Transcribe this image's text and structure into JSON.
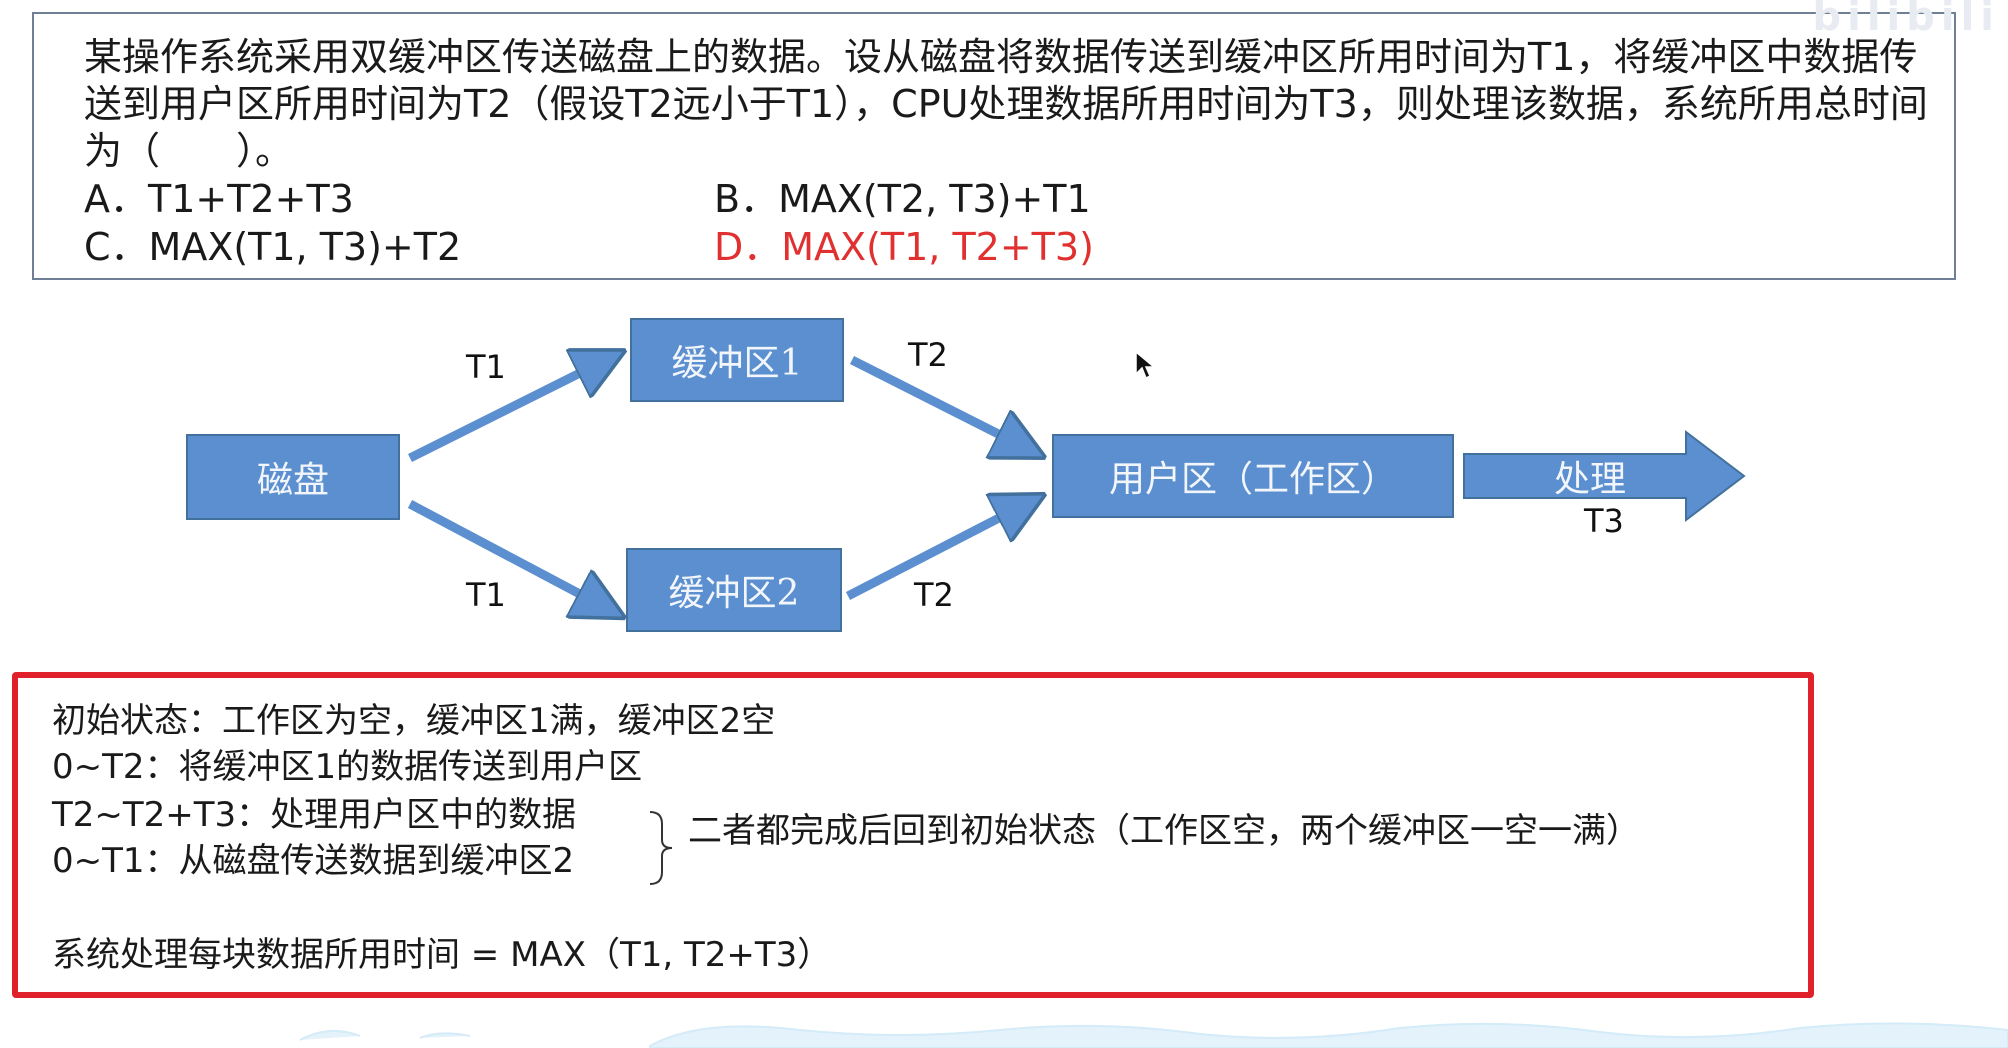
{
  "question": {
    "stem": "某操作系统采用双缓冲区传送磁盘上的数据。设从磁盘将数据传送到缓冲区所用时间为T1，将缓冲区中数据传送到用户区所用时间为T2（假设T2远小于T1），CPU处理数据所用时间为T3，则处理该数据，系统所用总时间为（　　）。",
    "options": [
      {
        "label": "A．T1+T2+T3"
      },
      {
        "label": "B．MAX(T2, T3)+T1"
      },
      {
        "label": "C．MAX(T1, T3)+T2"
      },
      {
        "label": "D．MAX(T1, T2+T3)"
      }
    ],
    "correct_color": "#e03030"
  },
  "diagram": {
    "nodes": {
      "disk": "磁盘",
      "buffer1": "缓冲区1",
      "buffer2": "缓冲区2",
      "user_area": "用户区（工作区）",
      "process": "处理"
    },
    "edge_labels": {
      "disk_to_buf1": "T1",
      "disk_to_buf2": "T1",
      "buf1_to_user": "T2",
      "buf2_to_user": "T2",
      "process_time": "T3"
    },
    "node_color": "#5b8fcf"
  },
  "answer": {
    "lines": [
      "初始状态：工作区为空，缓冲区1满，缓冲区2空",
      "0~T2：将缓冲区1的数据传送到用户区",
      "T2~T2+T3：处理用户区中的数据",
      "0~T1：从磁盘传送数据到缓冲区2",
      "系统处理每块数据所用时间 = MAX（T1, T2+T3）"
    ],
    "brace_note": "二者都完成后回到初始状态（工作区空，两个缓冲区一空一满）",
    "border_color": "#e0202a"
  }
}
